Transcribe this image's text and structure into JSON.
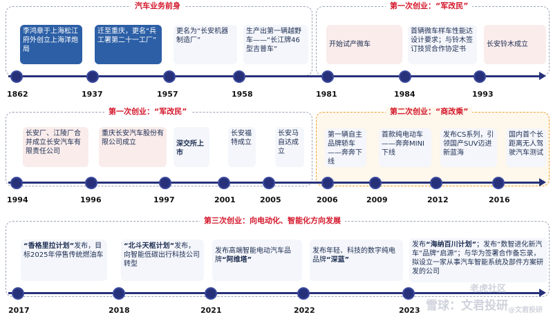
{
  "sections": [
    {
      "title": "汽车业务前身"
    },
    {
      "title": "第一次创业：“军改民”"
    },
    {
      "title": "第一次创业：“军改民”"
    },
    {
      "title": "第二次创业：“商改乘”"
    },
    {
      "title": "第三次创业：向电动化、智能化方向发展"
    }
  ],
  "row1": {
    "events": [
      {
        "year": "1862",
        "text": "李鸿章于上海松江府外创立上海洋炮局"
      },
      {
        "year": "1937",
        "text": "迁至重庆，更名“兵工署第二十一工厂”"
      },
      {
        "year": "1957",
        "text": "更名为“长安机器制造厂”"
      },
      {
        "year": "1958",
        "text": "生产出第一辆越野车——“长江牌46型吉普车”"
      },
      {
        "year": "1981",
        "text": "开始试产微车"
      },
      {
        "year": "1984",
        "text": "首辆微车样车性能达设计要求；与铃木签订技贸合作协定书"
      },
      {
        "year": "1993",
        "text": "长安铃木成立"
      }
    ]
  },
  "row2": {
    "events": [
      {
        "year": "1994",
        "text": "长安厂、江陵厂合并成立长安汽车有限责任公司"
      },
      {
        "year": "1996",
        "text": "重庆长安汽车股份有限公司成立"
      },
      {
        "year": "1997",
        "text": "深交所上市"
      },
      {
        "year": "2001",
        "text": "长安福特成立"
      },
      {
        "year": "2005",
        "text": "长安马自达成立"
      },
      {
        "year": "2006",
        "text": "第一辆自主品牌轿车——奔奔下线"
      },
      {
        "year": "2009",
        "text": "首款纯电动车——奔奔MINI下线"
      },
      {
        "year": "2012",
        "text": "发布CS系列，引领国产SUV迈进新蓝海"
      },
      {
        "year": "2016",
        "text": "国内首个长距离无人驾驶汽车测试"
      }
    ]
  },
  "row3": {
    "events": [
      {
        "year": "2017",
        "text_pre": "",
        "text_bold": "“香格里拉计划”",
        "text_post": "发布，目标2025年停售传统燃油车"
      },
      {
        "year": "2018",
        "text_pre": "",
        "text_bold": "“北斗天枢计划”",
        "text_post": "发布，向智能低碳出行科技公司转型"
      },
      {
        "year": "2021",
        "text_pre": "发布高端智能电动汽车品牌",
        "text_bold": "“阿维塔”",
        "text_post": ""
      },
      {
        "year": "2022",
        "text_pre": "发布年轻、科技的数字纯电品牌",
        "text_bold": "“深蓝”",
        "text_post": ""
      },
      {
        "year": "2023",
        "text_pre": "发布",
        "text_bold": "“海纳百川计划”",
        "text_post": "；发布“数智进化新汽车”品牌“启源”；与华为签署合作备忘录，拟设立一家从事汽车智能系统及部件方案研发的公司"
      }
    ]
  },
  "watermark": {
    "line1": "雪球：文君投研",
    "line2": "老虎社区",
    "line3": "@文君投研"
  }
}
